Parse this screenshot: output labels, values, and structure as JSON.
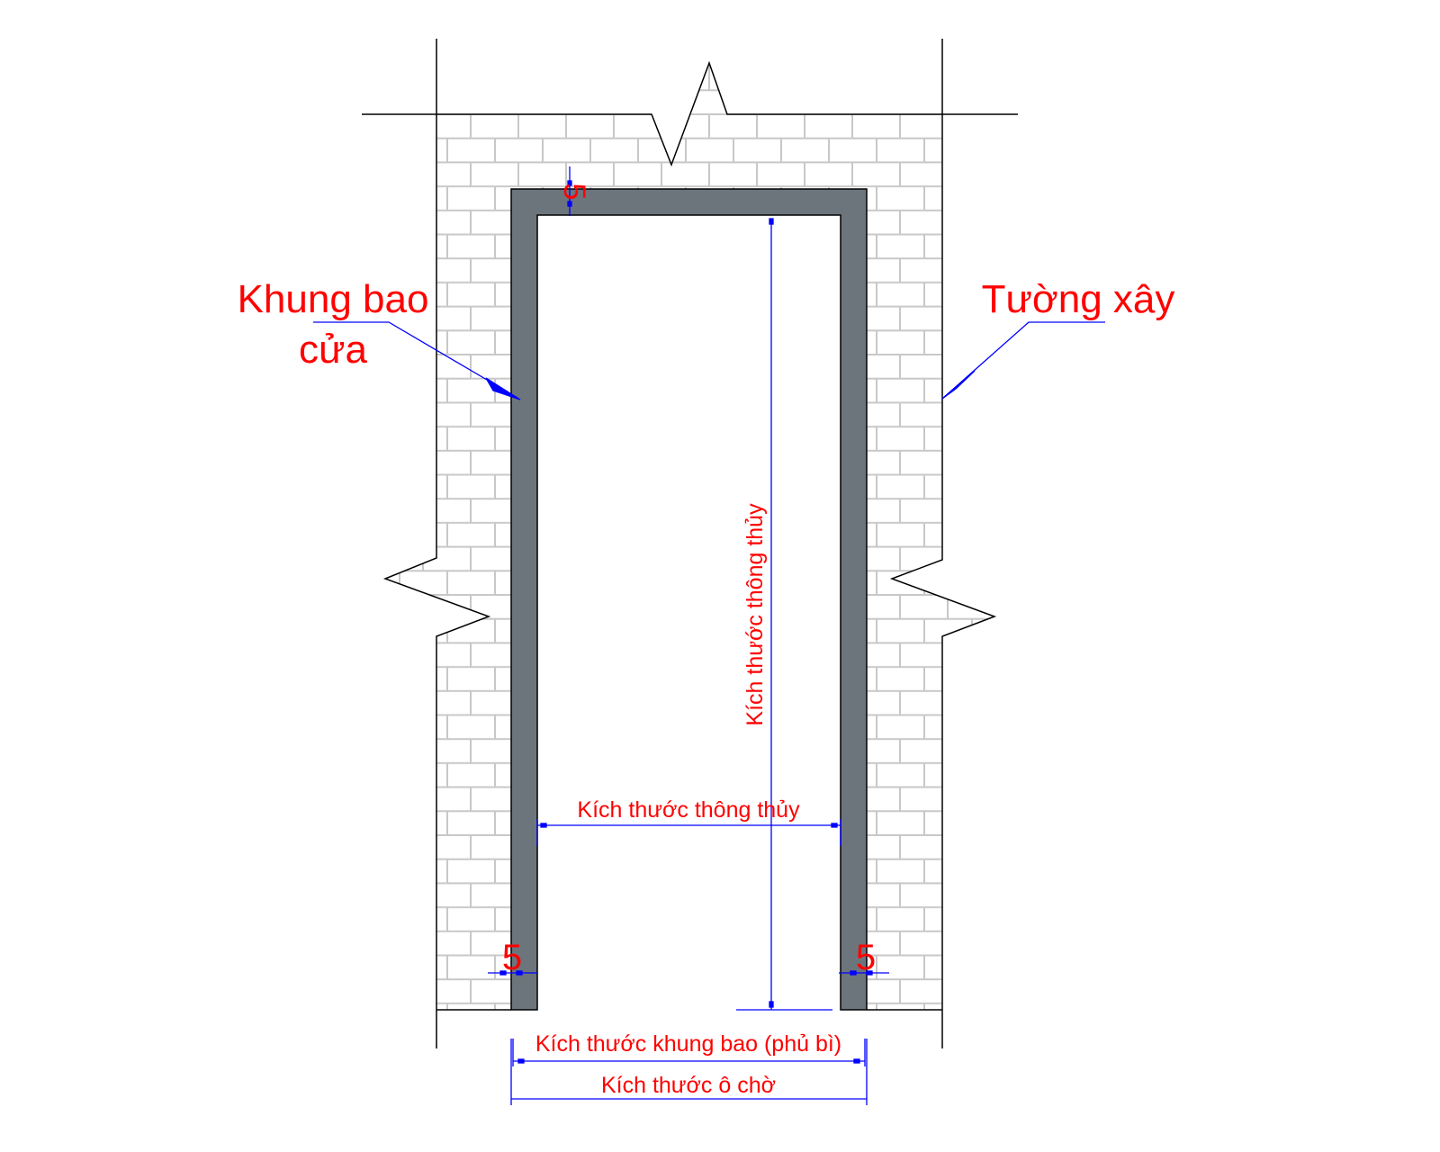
{
  "labels": {
    "frame_line1": "Khung bao",
    "frame_line2": "cửa",
    "wall": "Tường xây",
    "top_gap": "5",
    "left_gap": "5",
    "right_gap": "5",
    "clear_height": "Kích thước thông thủy",
    "clear_width": "Kích thước thông thủy",
    "frame_size": "Kích thước khung bao (phủ bì)",
    "opening_size": "Kích thước ô chờ"
  },
  "colors": {
    "frame": "#6d757c",
    "annotation_text": "#ff0000",
    "dimension": "#0000ff",
    "brick": "#c8c8c8"
  }
}
